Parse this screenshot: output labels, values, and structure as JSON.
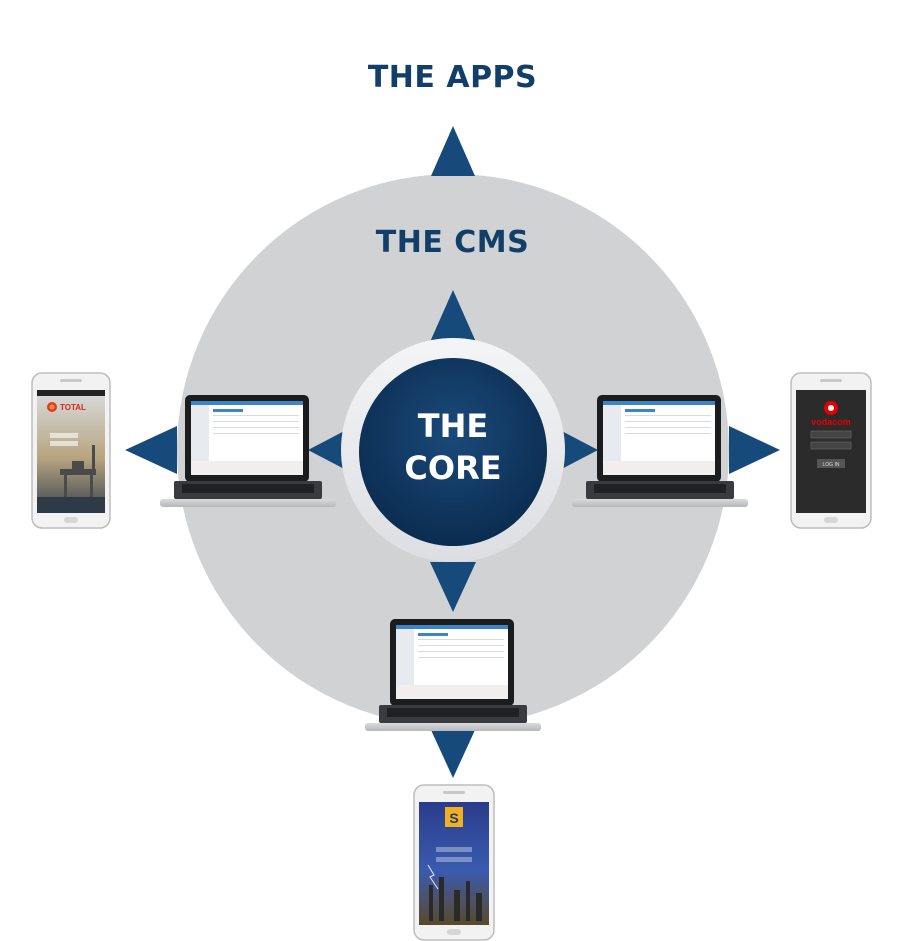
{
  "titles": {
    "apps": "THE APPS",
    "cms": "THE CMS",
    "core_line1": "THE",
    "core_line2": "CORE"
  },
  "phones": {
    "left": {
      "brand": "TOTAL"
    },
    "right": {
      "brand": "vodacom",
      "login": "LOG IN"
    },
    "bottom": {
      "brand": "S"
    }
  },
  "colors": {
    "navy": "#123e6a",
    "arrow": "#154a7a",
    "outer_circle": "#d1d2d4",
    "core_ring": "#e9ebee",
    "core_fill": "#0d3259"
  }
}
